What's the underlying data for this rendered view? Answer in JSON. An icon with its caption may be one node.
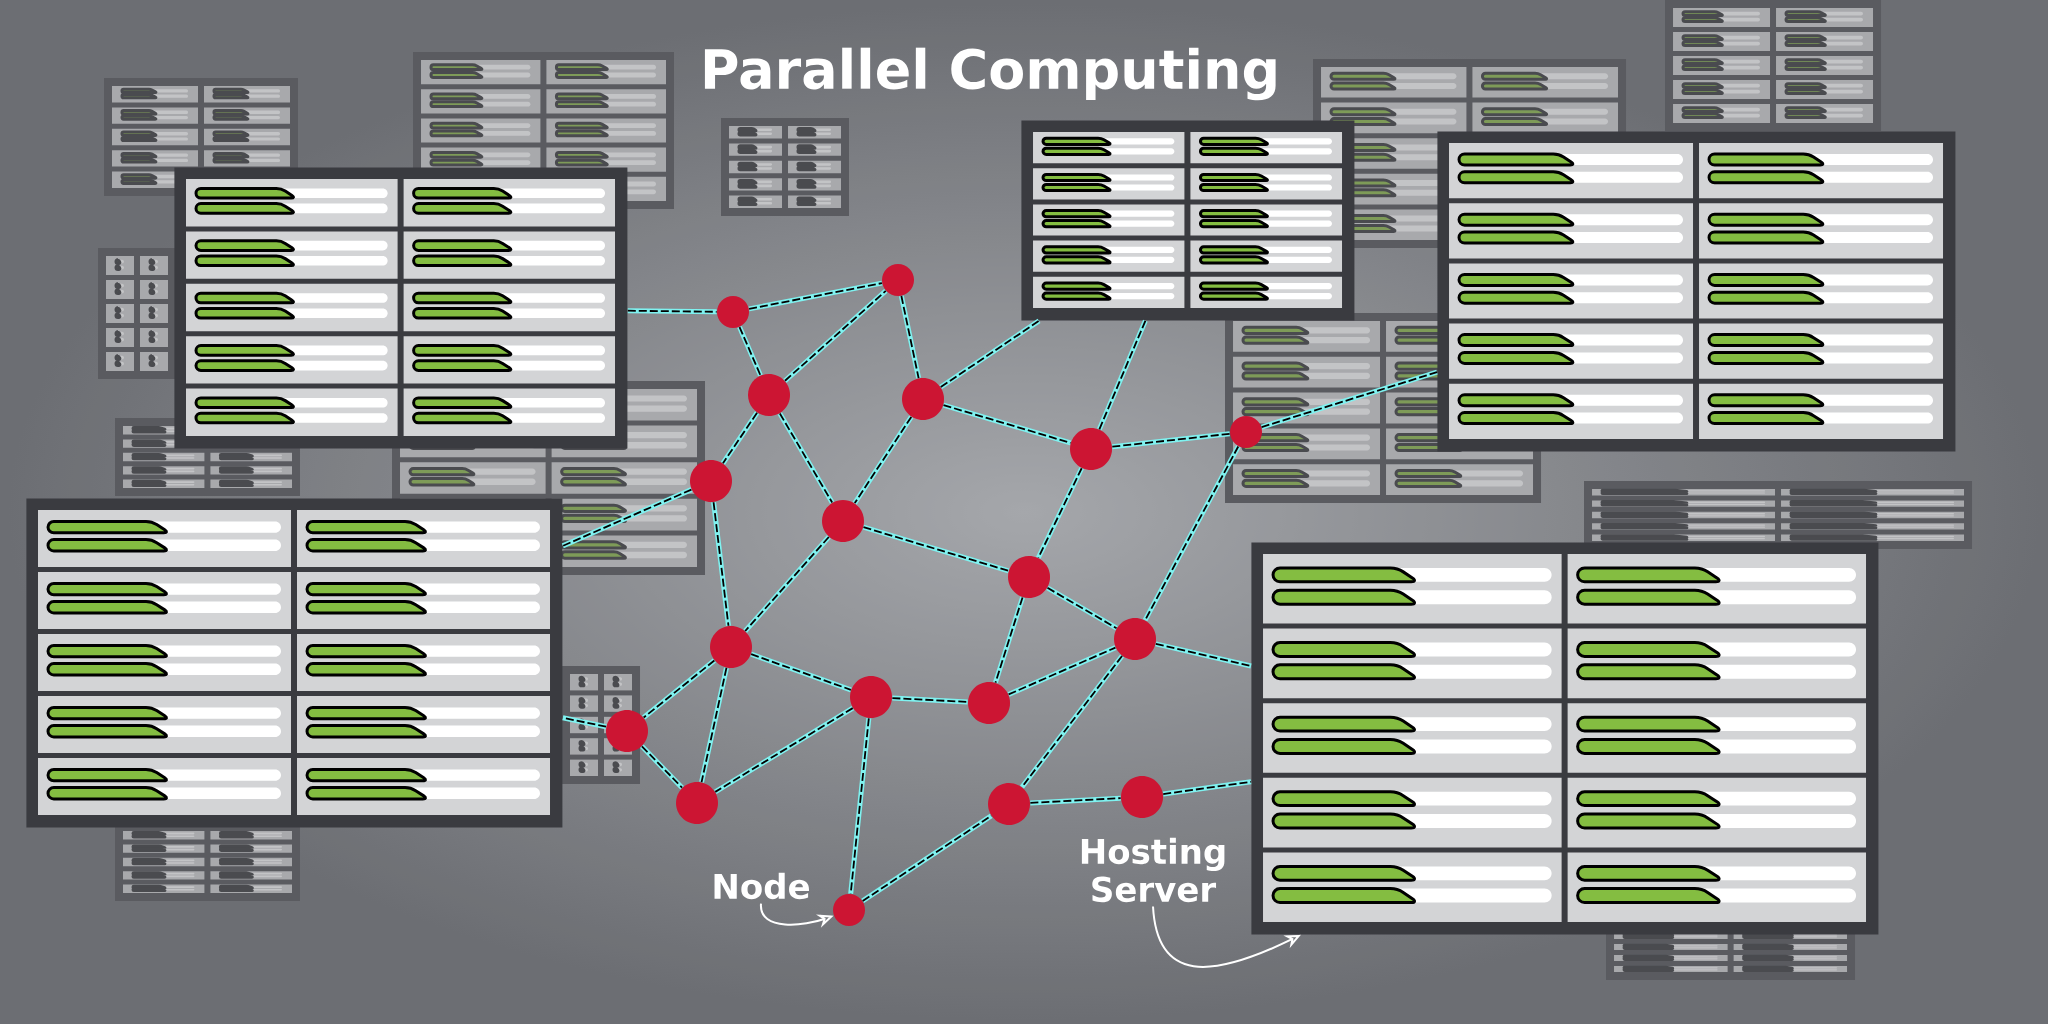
{
  "diagram": {
    "title": "Parallel Computing",
    "nodes": [
      {
        "text": [],
        "shape": "box"
      },
      {
        "text": [],
        "shape": "box"
      },
      {
        "text": [],
        "shape": "box"
      },
      {
        "text": [],
        "shape": "box"
      },
      {
        "text": [],
        "shape": "box"
      },
      {
        "text": [],
        "shape": "circle"
      },
      {
        "text": [],
        "shape": "circle"
      },
      {
        "text": [],
        "shape": "circle"
      },
      {
        "text": [],
        "shape": "circle"
      },
      {
        "text": [],
        "shape": "circle"
      },
      {
        "text": [],
        "shape": "circle"
      },
      {
        "text": [],
        "shape": "circle"
      },
      {
        "text": [],
        "shape": "circle"
      },
      {
        "text": [],
        "shape": "circle"
      },
      {
        "text": [],
        "shape": "circle"
      },
      {
        "text": [],
        "shape": "circle"
      },
      {
        "text": [],
        "shape": "circle"
      },
      {
        "text": [],
        "shape": "circle"
      },
      {
        "text": [],
        "shape": "circle"
      },
      {
        "text": [],
        "shape": "circle"
      },
      {
        "text": [],
        "shape": "circle"
      },
      {
        "text": [],
        "shape": "circle"
      },
      {
        "text": [],
        "shape": "circle"
      },
      {
        "text": [
          "Node"
        ]
      },
      {
        "text": [
          "Hosting Server"
        ]
      }
    ],
    "edges": [
      {
        "from": 0,
        "to": 5,
        "arrow": "none"
      },
      {
        "from": 5,
        "to": 6,
        "arrow": "none"
      },
      {
        "from": 5,
        "to": 7,
        "arrow": "none"
      },
      {
        "from": 7,
        "to": 6,
        "arrow": "none"
      },
      {
        "from": 6,
        "to": 8,
        "arrow": "none"
      },
      {
        "from": 7,
        "to": 9,
        "arrow": "none"
      },
      {
        "from": 7,
        "to": 10,
        "arrow": "none"
      },
      {
        "from": 8,
        "to": 10,
        "arrow": "none"
      },
      {
        "from": 8,
        "to": 11,
        "arrow": "none"
      },
      {
        "from": 8,
        "to": 1,
        "arrow": "none"
      },
      {
        "from": 11,
        "to": 1,
        "arrow": "none"
      },
      {
        "from": 11,
        "to": 12,
        "arrow": "none"
      },
      {
        "from": 11,
        "to": 13,
        "arrow": "none"
      },
      {
        "from": 12,
        "to": 2,
        "arrow": "none"
      },
      {
        "from": 12,
        "to": 15,
        "arrow": "none"
      },
      {
        "from": 9,
        "to": 3,
        "arrow": "none"
      },
      {
        "from": 9,
        "to": 14,
        "arrow": "none"
      },
      {
        "from": 10,
        "to": 13,
        "arrow": "none"
      },
      {
        "from": 10,
        "to": 14,
        "arrow": "none"
      },
      {
        "from": 13,
        "to": 17,
        "arrow": "none"
      },
      {
        "from": 13,
        "to": 15,
        "arrow": "none"
      },
      {
        "from": 14,
        "to": 18,
        "arrow": "none"
      },
      {
        "from": 14,
        "to": 19,
        "arrow": "none"
      },
      {
        "from": 14,
        "to": 16,
        "arrow": "none"
      },
      {
        "from": 18,
        "to": 19,
        "arrow": "none"
      },
      {
        "from": 18,
        "to": 3,
        "arrow": "none"
      },
      {
        "from": 16,
        "to": 19,
        "arrow": "none"
      },
      {
        "from": 16,
        "to": 17,
        "arrow": "none"
      },
      {
        "from": 16,
        "to": 22,
        "arrow": "none"
      },
      {
        "from": 17,
        "to": 15,
        "arrow": "none"
      },
      {
        "from": 15,
        "to": 20,
        "arrow": "none"
      },
      {
        "from": 15,
        "to": 4,
        "arrow": "none"
      },
      {
        "from": 20,
        "to": 21,
        "arrow": "none"
      },
      {
        "from": 21,
        "to": 4,
        "arrow": "none"
      },
      {
        "from": 22,
        "to": 20,
        "arrow": "none"
      },
      {
        "from": 23,
        "to": 22,
        "arrow": "to",
        "color": "#ffffff"
      },
      {
        "from": 24,
        "to": 4,
        "arrow": "to",
        "color": "#ffffff"
      }
    ]
  }
}
